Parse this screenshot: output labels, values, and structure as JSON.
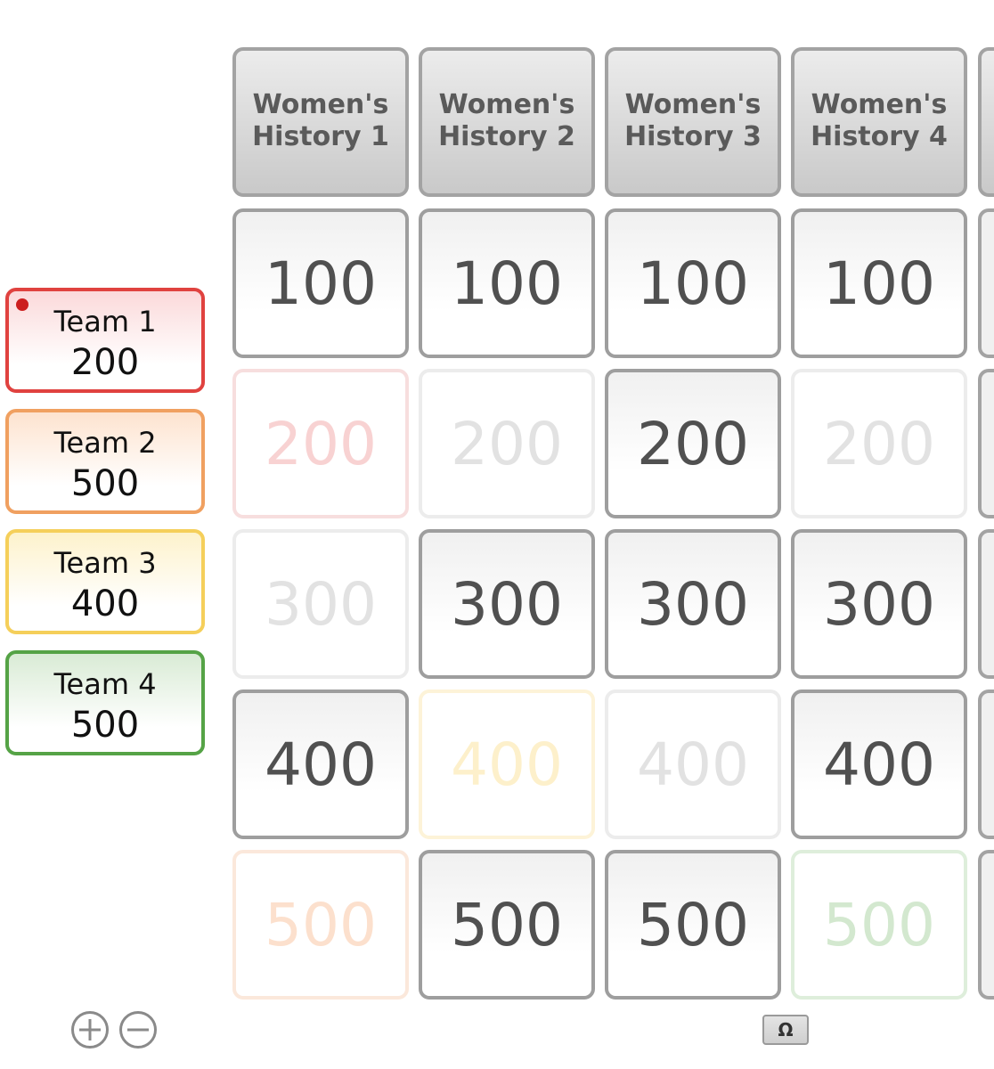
{
  "teams": [
    {
      "name": "Team 1",
      "score": "200",
      "color": "#e0423f"
    },
    {
      "name": "Team 2",
      "score": "500",
      "color": "#f0a060"
    },
    {
      "name": "Team 3",
      "score": "400",
      "color": "#f5cf5a"
    },
    {
      "name": "Team 4",
      "score": "500",
      "color": "#55a346"
    }
  ],
  "active_team": "Team 1",
  "categories": [
    {
      "line1": "Women's",
      "line2": "History 1"
    },
    {
      "line1": "Women's",
      "line2": "History 2"
    },
    {
      "line1": "Women's",
      "line2": "History 3"
    },
    {
      "line1": "Women's",
      "line2": "History 4"
    }
  ],
  "board": [
    [
      {
        "value": "100",
        "state": "open"
      },
      {
        "value": "200",
        "state": "answered",
        "answered_by": "Team 1"
      },
      {
        "value": "300",
        "state": "answered"
      },
      {
        "value": "400",
        "state": "open"
      },
      {
        "value": "500",
        "state": "answered",
        "answered_by": "Team 2"
      }
    ],
    [
      {
        "value": "100",
        "state": "open"
      },
      {
        "value": "200",
        "state": "answered"
      },
      {
        "value": "300",
        "state": "open"
      },
      {
        "value": "400",
        "state": "answered",
        "answered_by": "Team 3"
      },
      {
        "value": "500",
        "state": "open"
      }
    ],
    [
      {
        "value": "100",
        "state": "open"
      },
      {
        "value": "200",
        "state": "open"
      },
      {
        "value": "300",
        "state": "open"
      },
      {
        "value": "400",
        "state": "answered"
      },
      {
        "value": "500",
        "state": "open"
      }
    ],
    [
      {
        "value": "100",
        "state": "open"
      },
      {
        "value": "200",
        "state": "answered"
      },
      {
        "value": "300",
        "state": "open"
      },
      {
        "value": "400",
        "state": "open"
      },
      {
        "value": "500",
        "state": "answered",
        "answered_by": "Team 4"
      }
    ]
  ],
  "controls": {
    "add_team_icon": "plus-circle-icon",
    "remove_team_icon": "minus-circle-icon",
    "special_char_label": "Ω"
  }
}
